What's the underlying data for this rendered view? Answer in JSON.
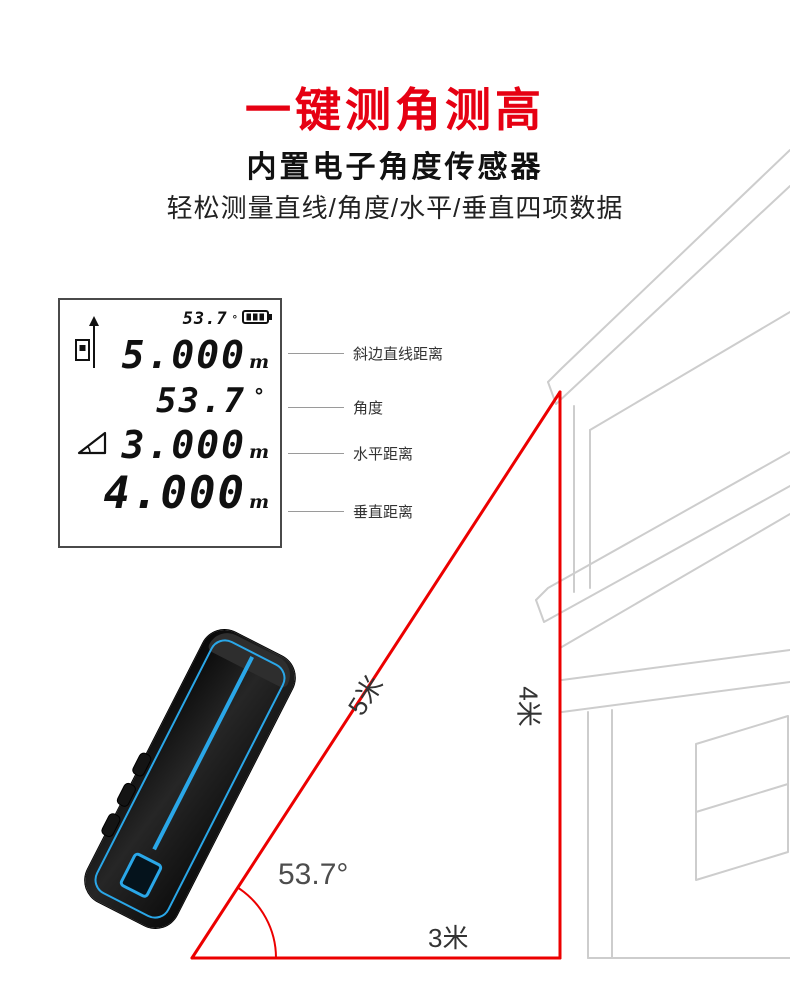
{
  "header": {
    "title": "一键测角测高",
    "subtitle": "内置电子角度传感器",
    "tagline": "轻松测量直线/角度/水平/垂直四项数据"
  },
  "lcd": {
    "status_angle": "53.7",
    "status_angle_unit": "°",
    "icons": {
      "device": "device-direction-icon",
      "battery": "battery-icon",
      "angle": "angle-icon"
    },
    "readings": [
      {
        "value": "5.000",
        "unit": "m",
        "label": "斜边直线距离"
      },
      {
        "value": "53.7",
        "unit": "°",
        "label": "角度"
      },
      {
        "value": "3.000",
        "unit": "m",
        "label": "水平距离"
      },
      {
        "value": "4.000",
        "unit": "m",
        "label": "垂直距离"
      }
    ]
  },
  "diagram": {
    "hypotenuse_label": "5米",
    "vertical_label": "4米",
    "horizontal_label": "3米",
    "angle_label": "53.7°"
  },
  "colors": {
    "accent_red": "#e60012",
    "triangle_red": "#ec0000",
    "device_blue": "#2aa7e8",
    "sketch_gray": "#cdcdcd"
  }
}
